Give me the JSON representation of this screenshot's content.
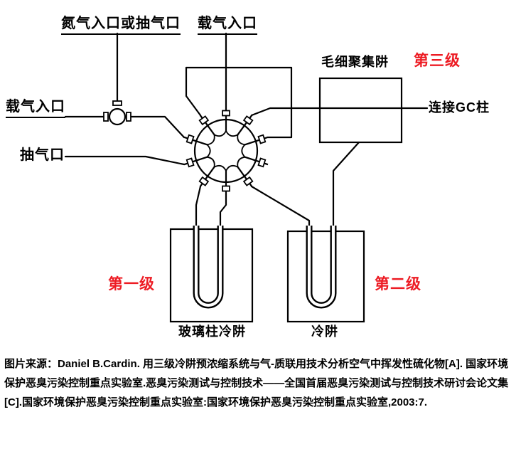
{
  "diagram": {
    "labels": {
      "n2_inlet": "氮气入口或抽气口",
      "carrier_top": "载气入口",
      "carrier_left": "载气入口",
      "pump_port": "抽气口",
      "capillary_trap": "毛细聚集阱",
      "stage3": "第三级",
      "gc_column": "连接GC柱",
      "stage1": "第一级",
      "stage2": "第二级",
      "glass_trap": "玻璃柱冷阱",
      "cold_trap": "冷阱"
    },
    "colors": {
      "stage_red": "#ed1c24",
      "line_black": "#000000"
    }
  },
  "caption": {
    "text": "图片来源：Daniel B.Cardin. 用三级冷阱预浓缩系统与气-质联用技术分析空气中挥发性硫化物[A]. 国家环境保护恶臭污染控制重点实验室.恶臭污染测试与控制技术——全国首届恶臭污染测试与控制技术研讨会论文集[C].国家环境保护恶臭污染控制重点实验室:国家环境保护恶臭污染控制重点实验室,2003:7."
  }
}
